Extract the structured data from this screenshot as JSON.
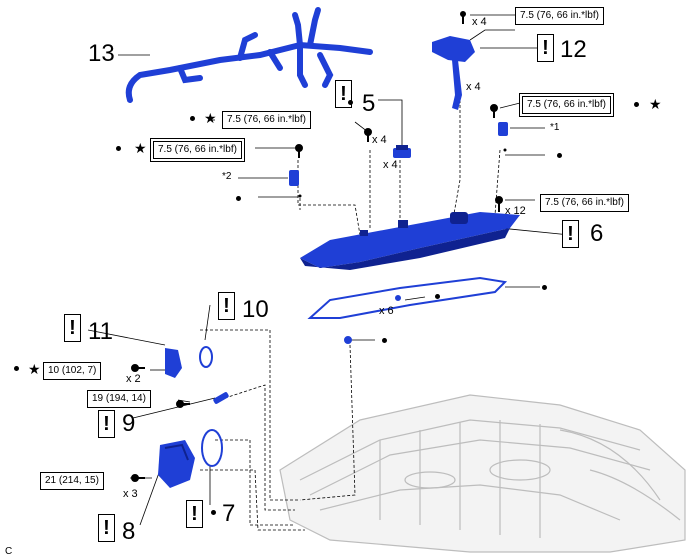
{
  "parts": {
    "p5": "5",
    "p6": "6",
    "p7": "7",
    "p8": "8",
    "p9": "9",
    "p10": "10",
    "p11": "11",
    "p12": "12",
    "p13": "13"
  },
  "torque": {
    "t12": "7.5 (76, 66 in.*lbf)",
    "t1": "7.5 (76, 66 in.*lbf)",
    "t5": "7.5 (76, 66 in.*lbf)",
    "t2": "7.5 (76, 66 in.*lbf)",
    "t6": "7.5 (76, 66 in.*lbf)",
    "t11": "10 (102, 7)",
    "t9": "19 (194, 14)",
    "t8": "21 (214, 15)"
  },
  "qty": {
    "q12a": "x 4",
    "q12b": "x 4",
    "q5a": "x 4",
    "q5b": "x 4",
    "q6": "x 12",
    "q10": "x 6",
    "q11": "x 2",
    "q8": "x 3"
  },
  "notes": {
    "n1": "*1",
    "n2": "*2"
  },
  "symbols": {
    "caution": "!",
    "star": "★"
  },
  "corner_code": "C",
  "colors": {
    "part_blue": "#1f3fd6",
    "part_dark": "#0f2290",
    "engine_grey": "#c8c8c8"
  }
}
